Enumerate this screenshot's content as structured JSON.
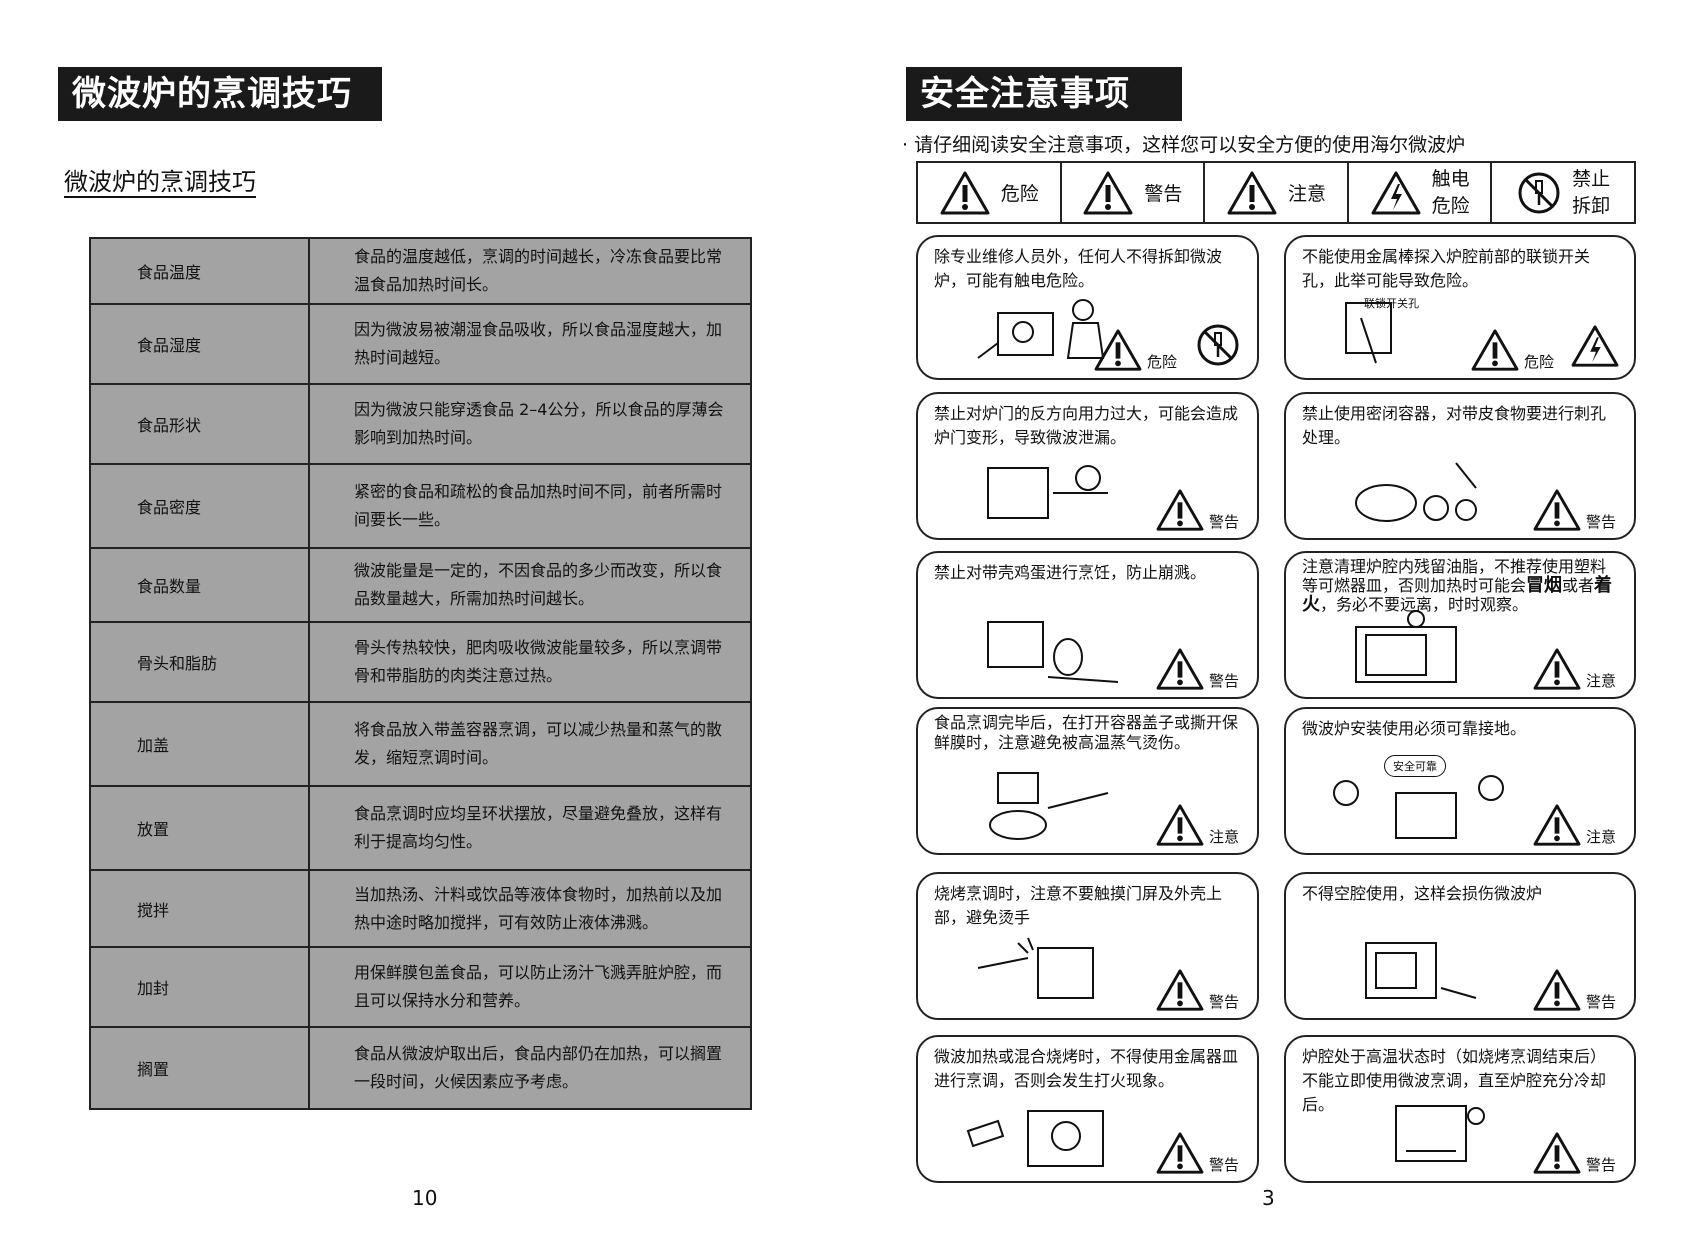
{
  "left_page": {
    "title": "微波炉的烹调技巧",
    "subtitle": "微波炉的烹调技巧",
    "table": [
      {
        "factor": "食品温度",
        "desc": "食品的温度越低，烹调的时间越长，冷冻食品要比常温食品加热时间长。"
      },
      {
        "factor": "食品湿度",
        "desc": "因为微波易被潮湿食品吸收，所以食品湿度越大，加热时间越短。"
      },
      {
        "factor": "食品形状",
        "desc": "因为微波只能穿透食品 2–4公分，所以食品的厚薄会影响到加热时间。"
      },
      {
        "factor": "食品密度",
        "desc": "紧密的食品和疏松的食品加热时间不同，前者所需时间要长一些。"
      },
      {
        "factor": "食品数量",
        "desc": "微波能量是一定的，不因食品的多少而改变，所以食品数量越大，所需加热时间越长。"
      },
      {
        "factor": "骨头和脂肪",
        "desc": "骨头传热较快，肥肉吸收微波能量较多，所以烹调带骨和带脂肪的肉类注意过热。"
      },
      {
        "factor": "加盖",
        "desc": "将食品放入带盖容器烹调，可以减少热量和蒸气的散发，缩短烹调时间。"
      },
      {
        "factor": "放置",
        "desc": "食品烹调时应均呈环状摆放，尽量避免叠放，这样有利于提高均匀性。"
      },
      {
        "factor": "搅拌",
        "desc": "当加热汤、汁料或饮品等液体食物时，加热前以及加热中途时略加搅拌，可有效防止液体沸溅。"
      },
      {
        "factor": "加封",
        "desc": "用保鲜膜包盖食品，可以防止汤汁飞溅弄脏炉腔，而且可以保持水分和营养。"
      },
      {
        "factor": "搁置",
        "desc": "食品从微波炉取出后，食品内部仍在加热，可以搁置一段时间，火候因素应予考虑。"
      }
    ],
    "page_number": "10"
  },
  "right_page": {
    "title": "安全注意事项",
    "intro": "· 请仔细阅读安全注意事项，这样您可以安全方便的使用海尔微波炉",
    "legend": {
      "danger": "危险",
      "warning": "警告",
      "caution": "注意",
      "shock_1": "触电",
      "shock_2": "危险",
      "nodis_1": "禁止",
      "nodis_2": "拆卸"
    },
    "cards": [
      {
        "text": "除专业维修人员外，任何人不得拆卸微波炉，可能有触电危险。",
        "level": "危险"
      },
      {
        "text": "不能使用金属棒探入炉腔前部的联锁开关孔，此举可能导致危险。",
        "level": "危险",
        "art_label": "联锁开关孔"
      },
      {
        "text": "禁止对炉门的反方向用力过大，可能会造成炉门变形，导致微波泄漏。",
        "level": "警告"
      },
      {
        "text": "禁止使用密闭容器，对带皮食物要进行刺孔处理。",
        "level": "警告"
      },
      {
        "text": "禁止对带壳鸡蛋进行烹饪，防止崩溅。",
        "level": "警告"
      },
      {
        "text_a": "注意清理炉腔内残留油脂，不推荐使用塑料等可燃器皿，否则加热时可能会",
        "em1": "冒烟",
        "text_b": "或者",
        "em2": "着火",
        "text_c": "，务必不要远离，时时观察。",
        "level": "注意"
      },
      {
        "text": "食品烹调完毕后，在打开容器盖子或撕开保鲜膜时，注意避免被高温蒸气烫伤。",
        "level": "注意"
      },
      {
        "text": "微波炉安装使用必须可靠接地。",
        "level": "注意",
        "art_label": "安全可靠"
      },
      {
        "text": "烧烤烹调时，注意不要触摸门屏及外壳上部，避免烫手",
        "level": "警告"
      },
      {
        "text": "不得空腔使用，这样会损伤微波炉",
        "level": "警告"
      },
      {
        "text": "微波加热或混合烧烤时，不得使用金属器皿进行烹调，否则会发生打火现象。",
        "level": "警告"
      },
      {
        "text": "炉腔处于高温状态时（如烧烤烹调结束后）不能立即使用微波烹调，直至炉腔充分冷却后。",
        "level": "警告"
      }
    ],
    "page_number": "3"
  }
}
